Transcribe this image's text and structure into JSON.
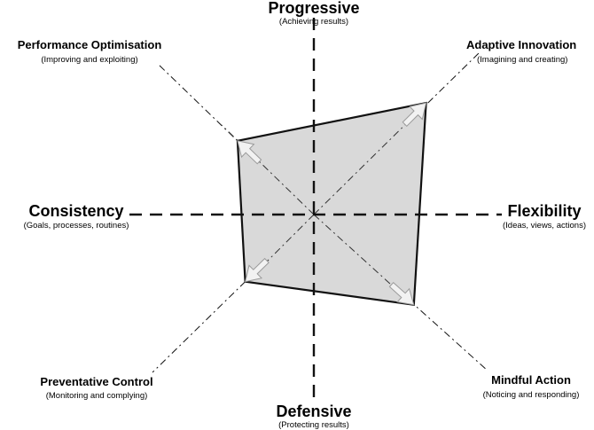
{
  "axes": {
    "top": {
      "title": "Progressive",
      "subtitle": "(Achieving results)"
    },
    "bottom": {
      "title": "Defensive",
      "subtitle": "(Protecting results)"
    },
    "left": {
      "title": "Consistency",
      "subtitle": "(Goals, processes, routines)"
    },
    "right": {
      "title": "Flexibility",
      "subtitle": "(Ideas, views, actions)"
    }
  },
  "quadrants": {
    "top_left": {
      "title": "Performance Optimisation",
      "subtitle": "(Improving and exploiting)",
      "level": 0.63
    },
    "top_right": {
      "title": "Adaptive Innovation",
      "subtitle": "(Imagining and creating)",
      "level": 0.94
    },
    "bottom_right": {
      "title": "Mindful Action",
      "subtitle": "(Noticing and responding)",
      "level": 0.8
    },
    "bottom_left": {
      "title": "Preventative Control",
      "subtitle": "(Monitoring and complying)",
      "level": 0.57
    }
  },
  "colors": {
    "profile_fill": "#d9d9d9",
    "profile_stroke": "#111111",
    "arrow_fill": "#f2f2f2",
    "arrow_stroke": "#9a9a9a",
    "axis": "#111111"
  }
}
